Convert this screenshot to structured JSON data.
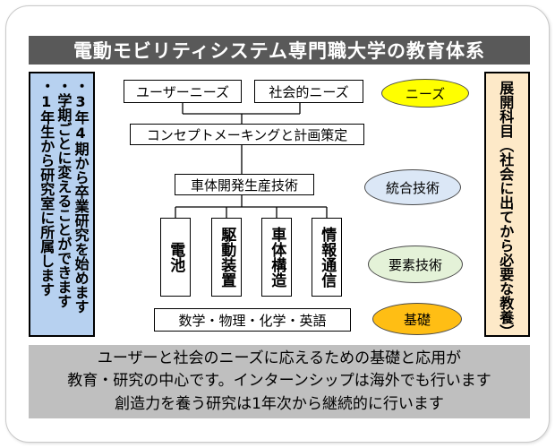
{
  "title": "電動モビリティシステム専門職大学の教育体系",
  "left_note": {
    "col1": "・3年4期から卒業研究を始めます",
    "col2": "・学期ごとに変えることができます",
    "col3": "・1年生から研究室に所属します"
  },
  "right_note": "展開科目（社会に出てから必要な教養）",
  "diagram": {
    "user_needs": "ユーザーニーズ",
    "social_needs": "社会的ニーズ",
    "concept": "コンセプトメーキングと計画策定",
    "vehicle_dev": "車体開発生産技術",
    "elements": [
      "電池",
      "駆動装置",
      "車体構造",
      "情報通信"
    ],
    "basics": "数学・物理・化学・英語"
  },
  "labels": {
    "needs": "ニーズ",
    "integration": "統合技術",
    "element_tech": "要素技術",
    "foundation": "基礎"
  },
  "colors": {
    "yellow": "#ffff00",
    "blue": "#dbe7f6",
    "green": "#e4f2d8",
    "orange": "#ffbe14"
  },
  "bottom": {
    "line1": "ユーザーと社会のニーズに応えるための基礎と応用が",
    "line2": "教育・研究の中心です。インターンシップは海外でも行います",
    "line3": "創造力を養う研究は1年次から継続的に行います"
  }
}
